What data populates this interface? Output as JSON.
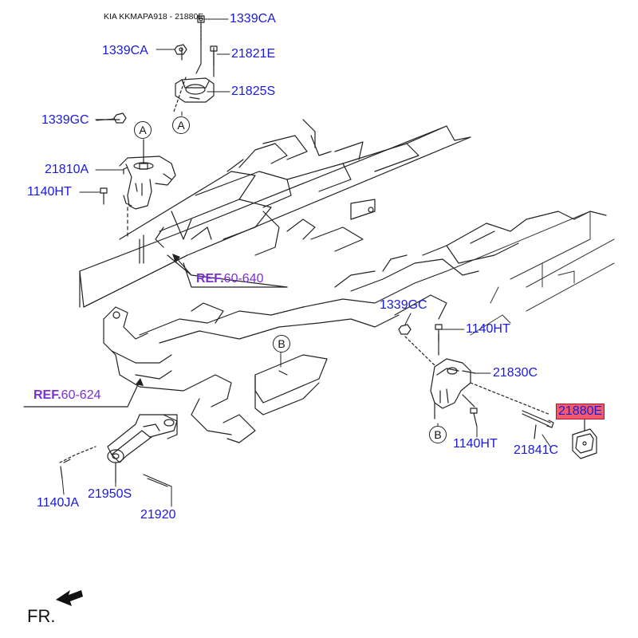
{
  "title": "KIA KKMAPA918 - 21880E",
  "labels": {
    "p1339CA_top": "1339CA",
    "p1339CA_left": "1339CA",
    "p21821E": "21821E",
    "p21825S": "21825S",
    "p1339GC_left": "1339GC",
    "p21810A": "21810A",
    "p1140HT_left": "1140HT",
    "p1339GC_right": "1339GC",
    "p1140HT_upper": "1140HT",
    "p21830C": "21830C",
    "p21880E": "21880E",
    "p1140HT_lower": "1140HT",
    "p21841C": "21841C",
    "p1140JA": "1140JA",
    "p21950S": "21950S",
    "p21920": "21920"
  },
  "refs": {
    "ref1": {
      "prefix": "REF.",
      "code": "60-640"
    },
    "ref2": {
      "prefix": "REF.",
      "code": "60-624"
    }
  },
  "callouts": {
    "a1": "A",
    "a2": "A",
    "b1": "B",
    "b2": "B"
  },
  "direction": "FR.",
  "colors": {
    "label": "#1a1adb",
    "ref": "#7a2fd0",
    "highlight": "#f05a6e"
  }
}
